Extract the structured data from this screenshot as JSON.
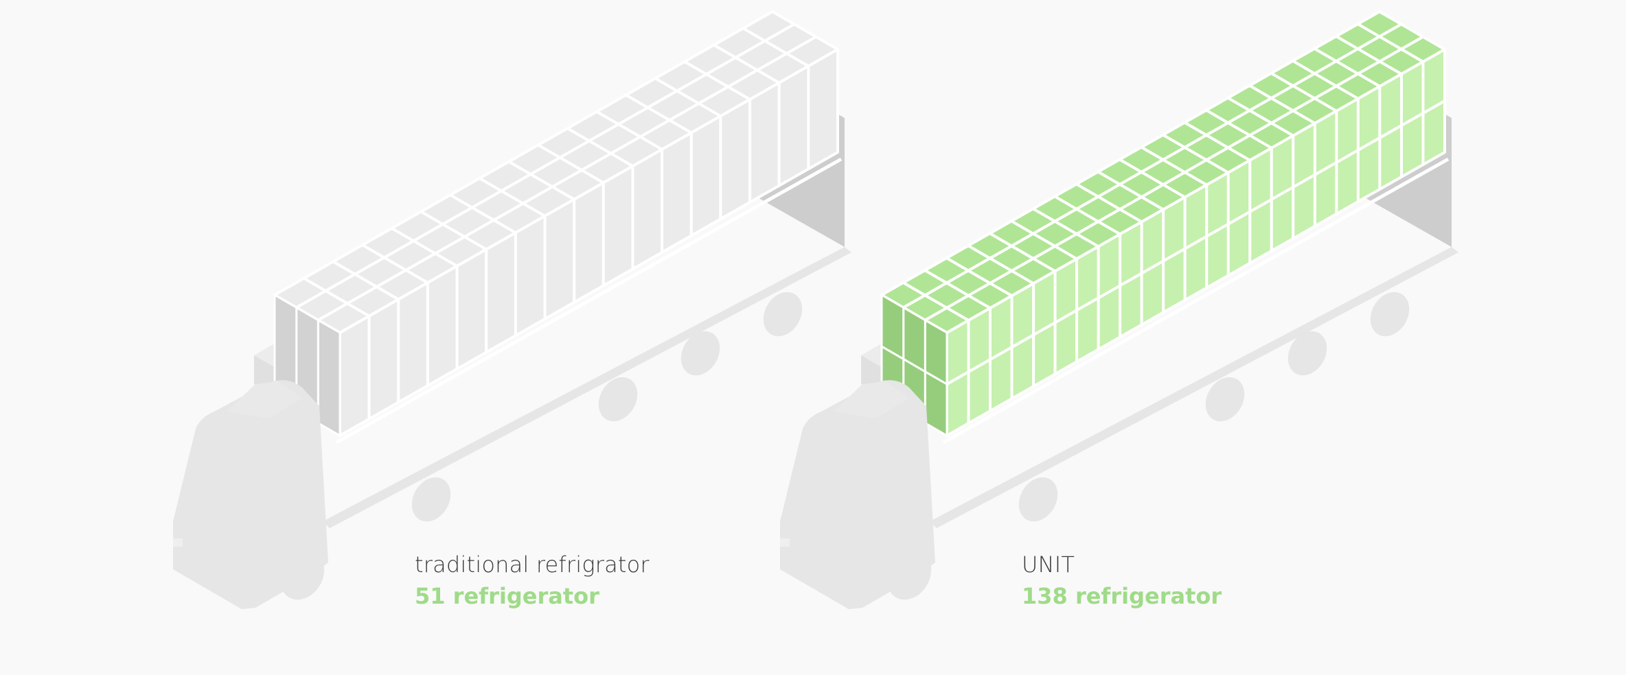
{
  "trucks": [
    {
      "label": "traditional refrigrator",
      "count_label": "51 refrigerator",
      "grid": {
        "rows": 3,
        "columns": 17,
        "layers": 1
      },
      "box_colors": {
        "top": "#ebebeb",
        "front": "#ebebeb",
        "side": "#d2d2d2"
      }
    },
    {
      "label": "UNIT",
      "count_label": "138 refrigerator",
      "grid": {
        "rows": 3,
        "columns": 23,
        "layers": 2
      },
      "box_colors": {
        "top": "#b0e596",
        "front": "#c6f0ae",
        "side": "#96cd7d"
      }
    }
  ],
  "colors": {
    "background": "#f9f9f9",
    "truck_body": "#e6e6e6",
    "trailer_shell": "#ececec",
    "trailer_end": "#cdcdcd",
    "gridline": "#ffffff",
    "count_text": "#9fdb88",
    "label_text": "#3a3a3a"
  }
}
